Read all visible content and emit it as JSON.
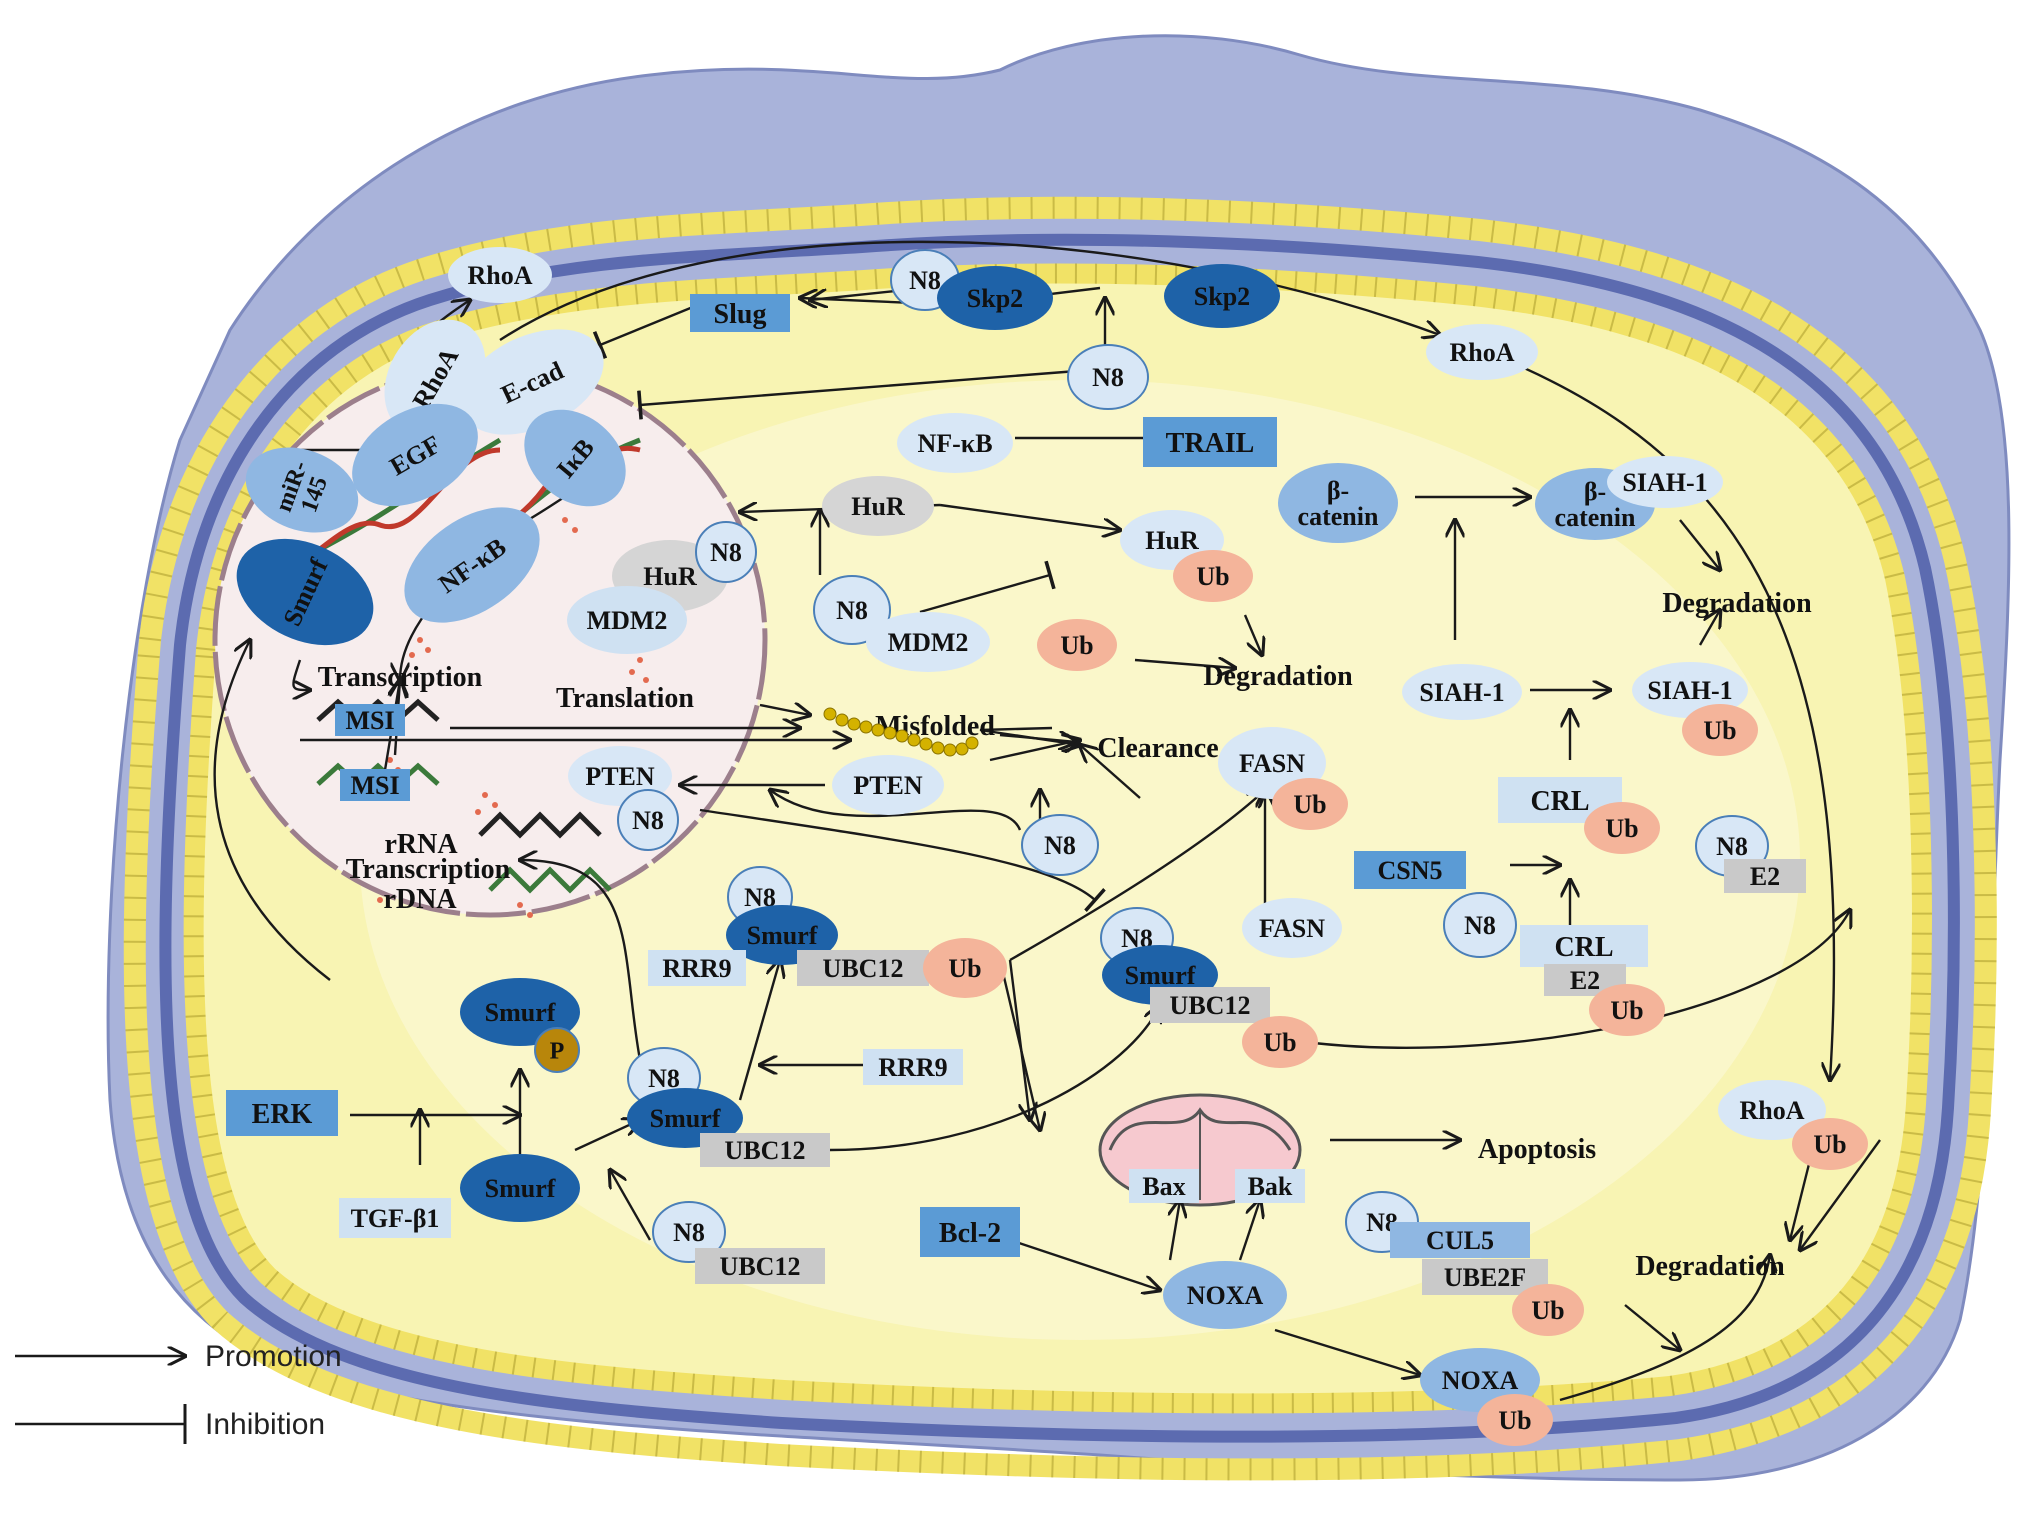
{
  "colors": {
    "background": "#ffffff",
    "cell_outer": "#a9b3da",
    "cell_outer_edge": "#7f8bbf",
    "cytoplasm": "#f8f4b3",
    "membrane_bead": "#f1e266",
    "membrane_band": "#5c6bb0",
    "nucleus": "#f7eded",
    "nucleus_edge": "#9c7f8c",
    "mid_blue": "#8fb7e2",
    "pale_blue": "#d8e7f6",
    "dark_blue": "#1e62a8",
    "box_blue": "#5b9bd5",
    "pale_box": "#cfe1f2",
    "grey_box": "#c9c9c9",
    "grey_ellipse": "#d5d5d5",
    "ub_salmon": "#f4b49a",
    "phospho": "#b8860b",
    "arrow": "#1a1a1a",
    "dna_green": "#3b7a3b",
    "dna_red": "#c0392b",
    "mito_pink": "#f6c9cf"
  },
  "nucleus_labels": {
    "rhoa": "RhoA",
    "ecad": "E-cad",
    "egf": "EGF",
    "mir145": "miR-\n145",
    "ikb": "IκB",
    "nfkb": "NF-κB",
    "smurf": "Smurf",
    "hur": "HuR",
    "n8_hur": "N8",
    "mdm2": "MDM2",
    "transcription": "Transcription",
    "translation": "Translation",
    "msi_top": "MSI",
    "msi_bottom": "MSI",
    "pten": "PTEN",
    "n8_pten": "N8",
    "rrna": "rRNA",
    "transcription_rdna": "Transcription",
    "rdna": "rDNA"
  },
  "top_left": {
    "rhoa_out": "RhoA",
    "slug": "Slug",
    "n8_skp2": "N8",
    "skp2_bound": "Skp2",
    "skp2_free": "Skp2",
    "n8_free": "N8",
    "nfkb": "NF-κB",
    "trail": "TRAIL",
    "hur_free": "HuR",
    "n8_mdm2": "N8",
    "mdm2": "MDM2",
    "hur_ub": "HuR",
    "ub_hur": "Ub",
    "ub_mdm2": "Ub",
    "degradation_hur": "Degradation",
    "misfolded": "Misfolded",
    "clearance": "Clearance",
    "pten_free": "PTEN",
    "n8_pten_free": "N8"
  },
  "right": {
    "rhoa_top": "RhoA",
    "beta_catenin": "β-\ncatenin",
    "beta_catenin_bound": "β-\ncatenin",
    "siah1_bound": "SIAH-1",
    "degradation_top": "Degradation",
    "siah1": "SIAH-1",
    "siah1_ub": "SIAH-1",
    "ub_siah1": "Ub",
    "crl": "CRL",
    "ub_crl": "Ub",
    "csn5": "CSN5",
    "n8_crl": "N8",
    "crl_bottom": "CRL",
    "e2_bottom": "E2",
    "ub_crl_bottom": "Ub",
    "n8_e2": "N8",
    "e2": "E2",
    "fasn_ub": "FASN",
    "ub_fasn": "Ub",
    "fasn": "FASN",
    "rhoa_ub": "RhoA",
    "ub_rhoa": "Ub",
    "degradation_bottom": "Degradation"
  },
  "bottom": {
    "n8_top": "N8",
    "smurf_top": "Smurf",
    "rrr9_top": "RRR9",
    "ubc12_top": "UBC12",
    "ub_mid": "Ub",
    "n8_mid": "N8",
    "smurf_mid": "Smurf",
    "ubc12_mid": "UBC12",
    "ub_mid2": "Ub",
    "smurf_p": "Smurf",
    "p": "P",
    "erk": "ERK",
    "tgfb1": "TGF-β1",
    "smurf_free": "Smurf",
    "rrr9": "RRR9",
    "n8_low": "N8",
    "smurf_low": "Smurf",
    "ubc12_low": "UBC12",
    "n8_ubc12": "N8",
    "ubc12_free": "UBC12",
    "bcl2": "Bcl-2",
    "bax": "Bax",
    "bak": "Bak",
    "apoptosis": "Apoptosis",
    "noxa": "NOXA",
    "n8_cul5": "N8",
    "cul5": "CUL5",
    "ube2f": "UBE2F",
    "ub_cul5": "Ub",
    "noxa_ub": "NOXA",
    "ub_noxa": "Ub"
  },
  "legend": {
    "promotion": "Promotion",
    "inhibition": "Inhibition"
  }
}
